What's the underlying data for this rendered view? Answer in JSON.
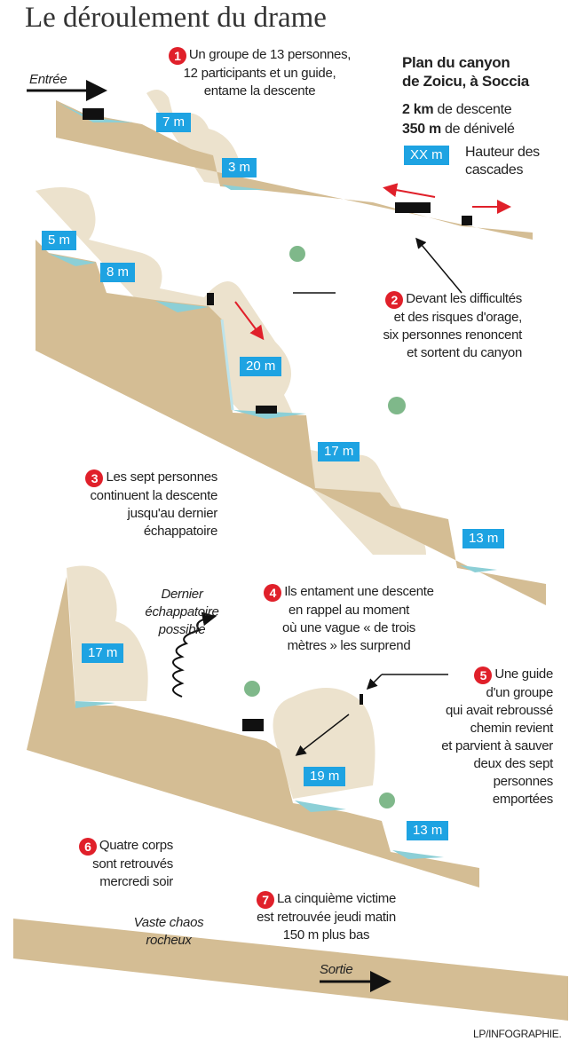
{
  "title": "Le déroulement du drame",
  "legend": {
    "heading_line1": "Plan du canyon",
    "heading_line2": "de Zoicu, à Soccia",
    "stat1_value": "2 km",
    "stat1_text": "de descente",
    "stat2_value": "350 m",
    "stat2_text": "de dénivelé",
    "swatch_label": "XX m",
    "swatch_text_line1": "Hauteur des",
    "swatch_text_line2": "cascades"
  },
  "labels": {
    "entree": "Entrée",
    "sortie": "Sortie",
    "dernier_line1": "Dernier",
    "dernier_line2": "échappatoire",
    "dernier_line3": "possible",
    "chaos_line1": "Vaste chaos",
    "chaos_line2": "rocheux",
    "credit": "LP/INFOGRAPHIE."
  },
  "cascades": [
    "7 m",
    "3 m",
    "5 m",
    "8 m",
    "20 m",
    "17 m",
    "13 m",
    "17 m",
    "19 m",
    "13 m"
  ],
  "steps": [
    {
      "n": "1",
      "lines": [
        "Un groupe de 13 personnes,",
        "12 participants et un guide,",
        "entame la descente"
      ]
    },
    {
      "n": "2",
      "lines": [
        "Devant les difficultés",
        "et des risques d'orage,",
        "six personnes renoncent",
        "et sortent du canyon"
      ]
    },
    {
      "n": "3",
      "lines": [
        "Les sept personnes",
        "continuent la descente",
        "jusqu'au dernier",
        "échappatoire"
      ]
    },
    {
      "n": "4",
      "lines": [
        "Ils entament une descente",
        "en rappel au moment",
        "où une vague « de trois",
        "mètres » les surprend"
      ]
    },
    {
      "n": "5",
      "lines": [
        "Une guide",
        "d'un groupe",
        "qui avait rebroussé",
        "chemin revient",
        "et parvient à sauver",
        "deux des sept",
        "personnes",
        "emportées"
      ]
    },
    {
      "n": "6",
      "lines": [
        "Quatre corps",
        "sont retrouvés",
        "mercredi soir"
      ]
    },
    {
      "n": "7",
      "lines": [
        "La cinquième victime",
        "est retrouvée jeudi matin",
        "150 m plus bas"
      ]
    }
  ],
  "colors": {
    "rock": "#d4bd94",
    "rock_shadow": "#e9dcc4",
    "water": "#8ccfd6",
    "label": "#1ea3e2",
    "marker": "#e0202a",
    "arrow_red": "#e0202a"
  }
}
